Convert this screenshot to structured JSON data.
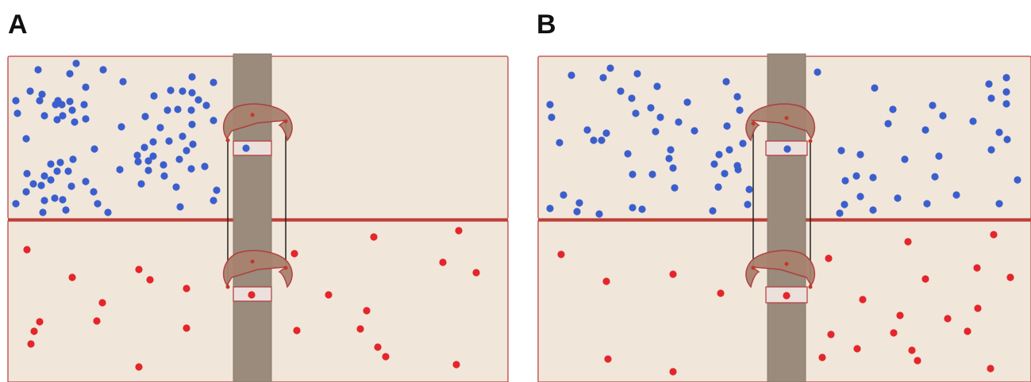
{
  "panels": [
    {
      "label": "A",
      "blue_particles": [
        [
          48,
          88
        ],
        [
          96,
          80
        ],
        [
          130,
          88
        ],
        [
          88,
          93
        ],
        [
          108,
          110
        ],
        [
          38,
          115
        ],
        [
          53,
          119
        ],
        [
          20,
          127
        ],
        [
          50,
          127
        ],
        [
          73,
          127
        ],
        [
          88,
          128
        ],
        [
          78,
          132
        ],
        [
          70,
          132
        ],
        [
          106,
          132
        ],
        [
          91,
          139
        ],
        [
          56,
          146
        ],
        [
          22,
          143
        ],
        [
          79,
          146
        ],
        [
          72,
          151
        ],
        [
          94,
          154
        ],
        [
          108,
          150
        ],
        [
          33,
          175
        ],
        [
          119,
          188
        ],
        [
          92,
          201
        ],
        [
          76,
          205
        ],
        [
          64,
          207
        ],
        [
          86,
          216
        ],
        [
          72,
          216
        ],
        [
          56,
          222
        ],
        [
          34,
          219
        ],
        [
          64,
          227
        ],
        [
          42,
          232
        ],
        [
          52,
          234
        ],
        [
          108,
          229
        ],
        [
          90,
          235
        ],
        [
          33,
          242
        ],
        [
          118,
          242
        ],
        [
          69,
          250
        ],
        [
          56,
          253
        ],
        [
          20,
          257
        ],
        [
          79,
          252
        ],
        [
          123,
          257
        ],
        [
          83,
          265
        ],
        [
          136,
          268
        ],
        [
          54,
          268
        ],
        [
          155,
          103
        ],
        [
          242,
          97
        ],
        [
          269,
          104
        ],
        [
          215,
          114
        ],
        [
          194,
          121
        ],
        [
          230,
          115
        ],
        [
          242,
          117
        ],
        [
          250,
          126
        ],
        [
          260,
          133
        ],
        [
          183,
          147
        ],
        [
          211,
          139
        ],
        [
          224,
          138
        ],
        [
          241,
          139
        ],
        [
          153,
          160
        ],
        [
          202,
          161
        ],
        [
          242,
          157
        ],
        [
          269,
          152
        ],
        [
          193,
          179
        ],
        [
          213,
          178
        ],
        [
          230,
          172
        ],
        [
          182,
          186
        ],
        [
          243,
          182
        ],
        [
          235,
          190
        ],
        [
          173,
          196
        ],
        [
          193,
          197
        ],
        [
          187,
          203
        ],
        [
          151,
          214
        ],
        [
          174,
          204
        ],
        [
          226,
          201
        ],
        [
          206,
          208
        ],
        [
          258,
          210
        ],
        [
          187,
          215
        ],
        [
          241,
          213
        ],
        [
          178,
          232
        ],
        [
          207,
          222
        ],
        [
          222,
          236
        ],
        [
          273,
          240
        ],
        [
          269,
          253
        ],
        [
          227,
          261
        ]
      ],
      "red_particles": [
        [
          34,
          315
        ],
        [
          91,
          350
        ],
        [
          175,
          340
        ],
        [
          189,
          353
        ],
        [
          235,
          364
        ],
        [
          129,
          382
        ],
        [
          50,
          406
        ],
        [
          122,
          405
        ],
        [
          43,
          418
        ],
        [
          39,
          434
        ],
        [
          235,
          414
        ],
        [
          175,
          463
        ],
        [
          471,
          299
        ],
        [
          578,
          291
        ],
        [
          558,
          331
        ],
        [
          600,
          344
        ],
        [
          371,
          320
        ],
        [
          414,
          372
        ],
        [
          462,
          392
        ],
        [
          454,
          415
        ],
        [
          374,
          417
        ],
        [
          476,
          438
        ],
        [
          486,
          450
        ],
        [
          575,
          460
        ]
      ],
      "gate_particles": [
        [
          310,
          187
        ],
        [
          317,
          372
        ]
      ]
    },
    {
      "label": "B",
      "blue_particles": [
        [
          720,
          95
        ],
        [
          769,
          86
        ],
        [
          760,
          98
        ],
        [
          803,
          93
        ],
        [
          782,
          115
        ],
        [
          828,
          109
        ],
        [
          796,
          124
        ],
        [
          693,
          132
        ],
        [
          820,
          136
        ],
        [
          695,
          148
        ],
        [
          801,
          143
        ],
        [
          832,
          148
        ],
        [
          855,
          154
        ],
        [
          826,
          166
        ],
        [
          740,
          164
        ],
        [
          764,
          168
        ],
        [
          748,
          177
        ],
        [
          758,
          177
        ],
        [
          705,
          180
        ],
        [
          845,
          189
        ],
        [
          791,
          194
        ],
        [
          843,
          200
        ],
        [
          848,
          212
        ],
        [
          822,
          220
        ],
        [
          797,
          220
        ],
        [
          850,
          237
        ],
        [
          710,
          246
        ],
        [
          730,
          256
        ],
        [
          693,
          263
        ],
        [
          727,
          267
        ],
        [
          755,
          270
        ],
        [
          797,
          262
        ],
        [
          809,
          264
        ],
        [
          915,
          103
        ],
        [
          1030,
          91
        ],
        [
          1102,
          111
        ],
        [
          1246,
          106
        ],
        [
          1268,
          98
        ],
        [
          1268,
          116
        ],
        [
          1268,
          131
        ],
        [
          1249,
          124
        ],
        [
          929,
          122
        ],
        [
          866,
          129
        ],
        [
          932,
          139
        ],
        [
          916,
          159
        ],
        [
          1175,
          133
        ],
        [
          1125,
          138
        ],
        [
          1188,
          146
        ],
        [
          1119,
          156
        ],
        [
          1166,
          164
        ],
        [
          1226,
          153
        ],
        [
          1259,
          167
        ],
        [
          1269,
          176
        ],
        [
          875,
          165
        ],
        [
          936,
          181
        ],
        [
          919,
          189
        ],
        [
          1060,
          190
        ],
        [
          1249,
          189
        ],
        [
          906,
          195
        ],
        [
          900,
          207
        ],
        [
          929,
          209
        ],
        [
          1084,
          195
        ],
        [
          1140,
          201
        ],
        [
          1183,
          197
        ],
        [
          913,
          219
        ],
        [
          930,
          214
        ],
        [
          1065,
          228
        ],
        [
          1079,
          222
        ],
        [
          1100,
          224
        ],
        [
          1178,
          223
        ],
        [
          1282,
          227
        ],
        [
          944,
          239
        ],
        [
          905,
          236
        ],
        [
          1084,
          248
        ],
        [
          1131,
          250
        ],
        [
          1205,
          246
        ],
        [
          1259,
          257
        ],
        [
          1168,
          257
        ],
        [
          1064,
          258
        ],
        [
          1100,
          265
        ],
        [
          942,
          258
        ],
        [
          898,
          266
        ],
        [
          1058,
          269
        ]
      ],
      "red_particles": [
        [
          707,
          321
        ],
        [
          764,
          355
        ],
        [
          848,
          346
        ],
        [
          908,
          370
        ],
        [
          766,
          453
        ],
        [
          848,
          469
        ],
        [
          1144,
          305
        ],
        [
          1252,
          296
        ],
        [
          1044,
          326
        ],
        [
          1231,
          338
        ],
        [
          1166,
          352
        ],
        [
          1273,
          350
        ],
        [
          1087,
          378
        ],
        [
          1232,
          389
        ],
        [
          1134,
          398
        ],
        [
          1194,
          402
        ],
        [
          1219,
          418
        ],
        [
          1126,
          420
        ],
        [
          1047,
          422
        ],
        [
          1080,
          440
        ],
        [
          1149,
          442
        ],
        [
          1156,
          455
        ],
        [
          1036,
          451
        ],
        [
          1248,
          465
        ]
      ],
      "gate_particles": [
        [
          992,
          188
        ],
        [
          991,
          373
        ]
      ]
    }
  ]
}
